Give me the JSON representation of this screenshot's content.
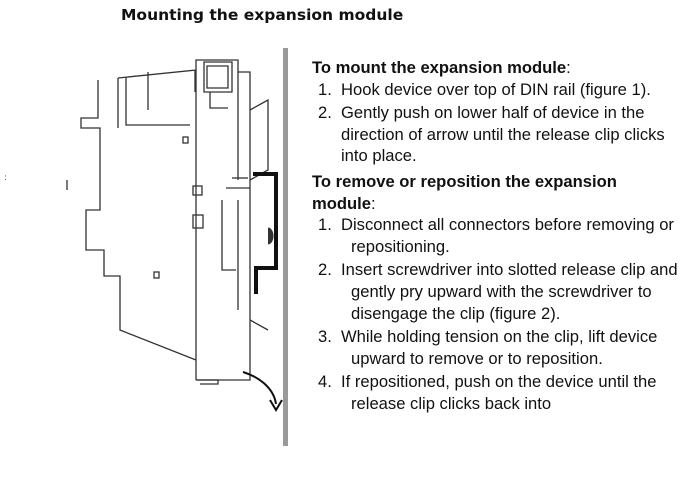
{
  "page": {
    "title": "Mounting the expansion module"
  },
  "sections": [
    {
      "heading": "To mount the expansion module",
      "steps": [
        {
          "num": "1.",
          "text": "Hook device over top of DIN rail (figure 1)."
        },
        {
          "num": "2.",
          "text": "Gently push on lower half of device in the direction of arrow until the release clip clicks into place."
        }
      ]
    },
    {
      "heading": "To remove or reposition the expansion module",
      "steps": [
        {
          "num": "1.",
          "text": "Disconnect all connectors before removing or repositioning."
        },
        {
          "num": "2.",
          "text": "Insert screwdriver into slotted release clip and gently pry upward with the screwdriver to disengage the clip (figure 2)."
        },
        {
          "num": "3.",
          "text": "While holding tension on the clip, lift device upward to remove or to reposition."
        },
        {
          "num": "4.",
          "text": "If repositioned, push on the device until the release clip clicks back into"
        }
      ]
    }
  ],
  "colors": {
    "text": "#111111",
    "rail": "#9a9a9a",
    "line_art": "#333333"
  }
}
